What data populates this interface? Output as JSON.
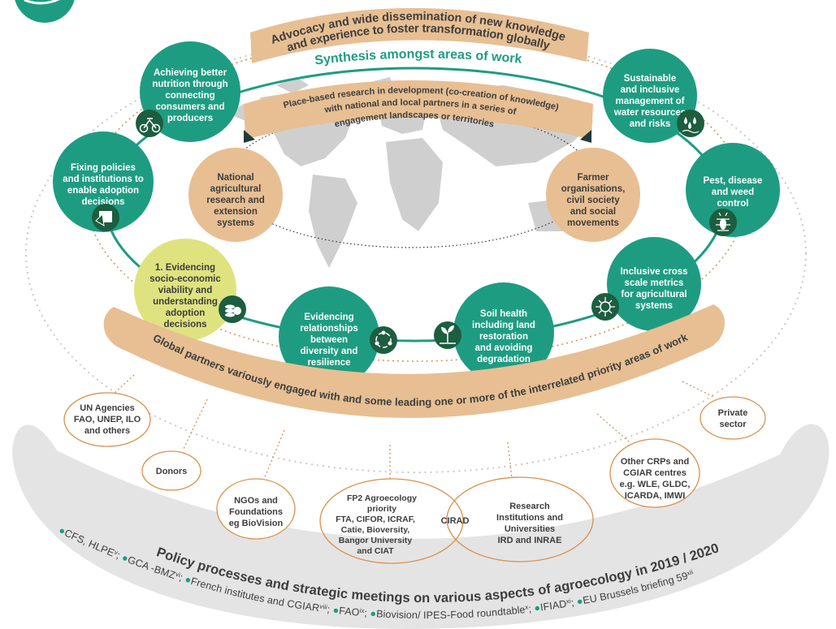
{
  "top_arc": {
    "line1": "Advocacy and wide dissemination of new knowledge",
    "line2": "and experience to foster transformation globally"
  },
  "synthesis": "Synthesis amongst areas of work",
  "place_based": {
    "line1": "Place-based research in development (co-creation of knowledge)",
    "line2": "with national and local partners in a series of",
    "line3": "engagement landscapes or territories"
  },
  "national": [
    "National",
    "agricultural",
    "research and",
    "extension",
    "systems"
  ],
  "farmer": [
    "Farmer",
    "organisations,",
    "civil society",
    "and social",
    "movements"
  ],
  "nodes": {
    "nutrition": [
      "Achieving better",
      "nutrition through",
      "connecting",
      "consumers and",
      "producers"
    ],
    "water": [
      "Sustainable",
      "and inclusive",
      "management of",
      "water resources",
      "and risks"
    ],
    "policies": [
      "Fixing policies",
      "and institutions to",
      "enable adoption",
      "decisions"
    ],
    "pest": [
      "Pest, disease",
      "and weed",
      "control"
    ],
    "evidencing": [
      "1. Evidencing",
      "socio-economic",
      "viability and",
      "understanding",
      "adoption",
      "decisions"
    ],
    "metrics": [
      "Inclusive cross",
      "scale metrics",
      "for agricultural",
      "systems"
    ],
    "diversity": [
      "Evidencing",
      "relationships",
      "between",
      "diversity and",
      "resilience"
    ],
    "soil": [
      "Soil health",
      "including land",
      "restoration",
      "and avoiding",
      "degradation"
    ]
  },
  "global_arc": "Global partners variously engaged with and some leading one or more of the interrelated priority areas of work",
  "partners": {
    "un": [
      "UN Agencies",
      "FAO, UNEP, ILO",
      "and others"
    ],
    "donors": [
      "Donors"
    ],
    "ngos": [
      "NGOs and",
      "Foundations",
      "eg BioVision"
    ],
    "fp2": [
      "FP2 Agroecology",
      "priority",
      "FTA, CIFOR, ICRAF,",
      "Catie, Bioversity,",
      "Bangor University",
      "and CIAT"
    ],
    "cirad": "CIRAD",
    "research": [
      "Research",
      "Institutions and",
      "Universities",
      "IRD and INRAE"
    ],
    "other_crps": [
      "Other CRPs and",
      "CGIAR centres",
      "e.g. WLE, GLDC,",
      "ICARDA, IMWI"
    ],
    "private": [
      "Private",
      "sector"
    ]
  },
  "policy_title": "Policy processes and strategic meetings on various aspects of agroecology in 2019 / 2020",
  "policy_items": [
    {
      "text": "CFS, HLPE",
      "sup": "v"
    },
    {
      "text": "GCA -BMZ",
      "sup": "vi"
    },
    {
      "text": "French institutes and CGIAR",
      "sup": "viii"
    },
    {
      "text": "FAO",
      "sup": "ix"
    },
    {
      "text": "Biovision/ IPES-Food roundtable",
      "sup": "x"
    },
    {
      "text": "IFIAD",
      "sup": "xi"
    },
    {
      "text": "EU Brussels briefing 59",
      "sup": "xii"
    }
  ],
  "colors": {
    "green": "#1e9c82",
    "dark_green": "#1c5e3f",
    "tan": "#e7bf93",
    "lime": "#dfe37f",
    "orange_line": "#d9914c",
    "grey_band": "#e4e4e4",
    "map": "#cfcfcf"
  }
}
